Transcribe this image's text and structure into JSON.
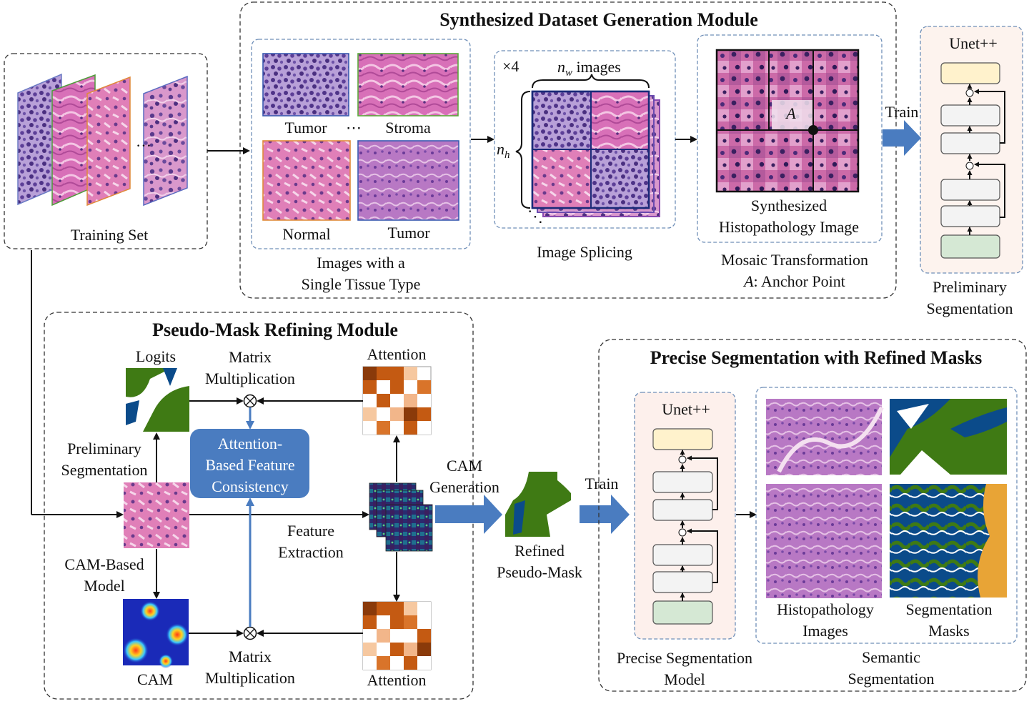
{
  "modules": {
    "synth_title": "Synthesized Dataset Generation Module",
    "pseudo_title": "Pseudo-Mask Refining Module",
    "precise_title": "Precise Segmentation with Refined Masks"
  },
  "training_set": {
    "label": "Training Set",
    "dots": "…"
  },
  "single_tissue": {
    "labels": [
      "Tumor",
      "Stroma",
      "Normal",
      "Tumor"
    ],
    "dots": "⋯",
    "caption_line1": "Images with a",
    "caption_line2": "Single Tissue Type"
  },
  "splicing": {
    "times": "×4",
    "nw": "n",
    "nw_sub": "w",
    "nw_text": " images",
    "nh": "n",
    "nh_sub": "h",
    "caption": "Image Splicing",
    "dots": "⋱"
  },
  "mosaic": {
    "anchor": "A",
    "img_line1": "Synthesized",
    "img_line2": "Histopathology Image",
    "caption_line1": "Mosaic Transformation",
    "caption_line2_a": "A",
    "caption_line2_b": ": Anchor Point"
  },
  "prelim": {
    "unet": "Unet++",
    "train": "Train",
    "caption_line1": "Preliminary",
    "caption_line2": "Segmentation"
  },
  "pseudo": {
    "logits": "Logits",
    "matmul_line1": "Matrix",
    "matmul_line2": "Multiplication",
    "attention": "Attention",
    "afc_line1": "Attention-",
    "afc_line2": "Based Feature",
    "afc_line3": "Consistency",
    "prelim_line1": "Preliminary",
    "prelim_line2": "Segmentation",
    "cam_model_line1": "CAM-Based",
    "cam_model_line2": "Model",
    "feat_line1": "Feature",
    "feat_line2": "Extraction",
    "cam": "CAM",
    "cam_gen_line1": "CAM",
    "cam_gen_line2": "Generation",
    "refined_line1": "Refined",
    "refined_line2": "Pseudo-Mask"
  },
  "precise": {
    "train": "Train",
    "unet": "Unet++",
    "model_line1": "Precise Segmentation",
    "model_line2": "Model",
    "hist_line1": "Histopathology",
    "hist_line2": "Images",
    "seg_line1": "Segmentation",
    "seg_line2": "Masks",
    "sem_line1": "Semantic",
    "sem_line2": "Segmentation"
  },
  "colors": {
    "tissue_pink": "#d98cc4",
    "tissue_purple": "#9c74c4",
    "mask_green": "#3f7a14",
    "mask_blue": "#0b4b8a",
    "mask_orange": "#e8a436",
    "arrow_blue": "#4a7cc0",
    "afc_fill": "#4a7cc0"
  }
}
